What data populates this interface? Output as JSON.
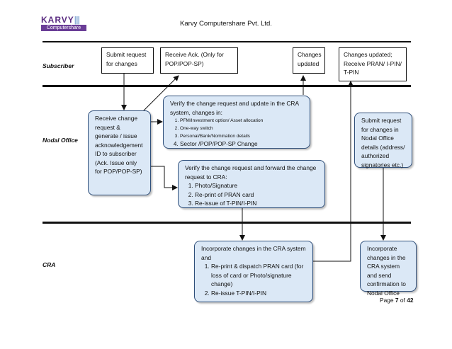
{
  "header": {
    "logo_text": "KARVY",
    "logo_subtext": "Computershare",
    "title": "Karvy Computershare Pvt. Ltd."
  },
  "lanes": {
    "subscriber": "Subscriber",
    "nodal": "Nodal Office",
    "cra": "CRA"
  },
  "boxes": {
    "submit_request": "Submit request for changes",
    "receive_ack": "Receive Ack. (Only for POP/POP-SP)",
    "changes_updated": "Changes updated",
    "changes_updated_receive": "Changes updated; Receive PRAN/ I-PIN/ T-PIN",
    "receive_change_request": "Receive change request & generate /  issue acknowledgement ID to subscriber (Ack. Issue only for POP/POP-SP)",
    "verify_update": {
      "intro": "Verify the change request and update in the CRA system, changes in:",
      "items": [
        "PFM/Investment option/ Asset allocation",
        "One-way switch",
        "Personal/Bank/Nomination details",
        "Sector /POP/POP-SP Change"
      ]
    },
    "verify_forward": {
      "intro": "Verify the change request and forward the change request to CRA:",
      "items": [
        "Photo/Signature",
        "Re-print of PRAN card",
        "Re-issue of T-PIN/I-PIN"
      ]
    },
    "submit_nodal": "Submit request for changes in Nodal Office details (address/ authorized signatories etc.)",
    "incorporate_cra": {
      "intro": "Incorporate changes in the CRA system and",
      "items": [
        "Re-print & dispatch PRAN card (for loss of card or Photo/signature change)",
        "Re-issue T-PIN/I-PIN"
      ]
    },
    "incorporate_confirm": "Incorporate changes in the CRA system and send confirmation to Nodal Office"
  },
  "footer": {
    "page_prefix": "Page",
    "page_current": "7",
    "page_of": "of",
    "page_total": "42"
  }
}
